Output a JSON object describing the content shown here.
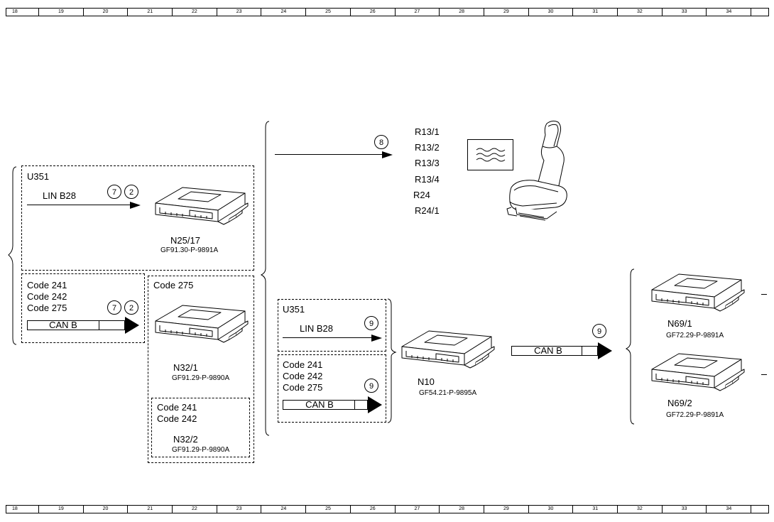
{
  "ruler": {
    "cells": [
      "18",
      "19",
      "20",
      "21",
      "22",
      "23",
      "24",
      "25",
      "26",
      "27",
      "28",
      "29",
      "30",
      "31",
      "32",
      "33",
      "34"
    ]
  },
  "blocks": {
    "u351_top": {
      "title": "U351",
      "bus": "LIN B28",
      "circles": [
        "7",
        "2"
      ]
    },
    "codes_left": {
      "codes": [
        "Code 241",
        "Code 242",
        "Code 275"
      ],
      "bus": "CAN B",
      "circles": [
        "7",
        "2"
      ]
    },
    "n25_17": {
      "name": "N25/17",
      "ref": "GF91.30-P-9891A"
    },
    "n32_1": {
      "title": "Code 275",
      "name": "N32/1",
      "ref": "GF91.29-P-9890A"
    },
    "n32_2": {
      "codes": [
        "Code 241",
        "Code 242"
      ],
      "name": "N32/2",
      "ref": "GF91.29-P-9890A"
    },
    "seat": {
      "circle": "8",
      "items": [
        "R13/1",
        "R13/2",
        "R13/3",
        "R13/4",
        "R24",
        "R24/1"
      ]
    },
    "u351_mid": {
      "title": "U351",
      "bus": "LIN B28",
      "circle": "9"
    },
    "codes_mid": {
      "codes": [
        "Code 241",
        "Code 242",
        "Code 275"
      ],
      "bus": "CAN B",
      "circle": "9"
    },
    "n10": {
      "name": "N10",
      "ref": "GF54.21-P-9895A",
      "bus": "CAN B",
      "circle": "9"
    },
    "n69_1": {
      "name": "N69/1",
      "ref": "GF72.29-P-9891A"
    },
    "n69_2": {
      "name": "N69/2",
      "ref": "GF72.29-P-9891A"
    }
  }
}
